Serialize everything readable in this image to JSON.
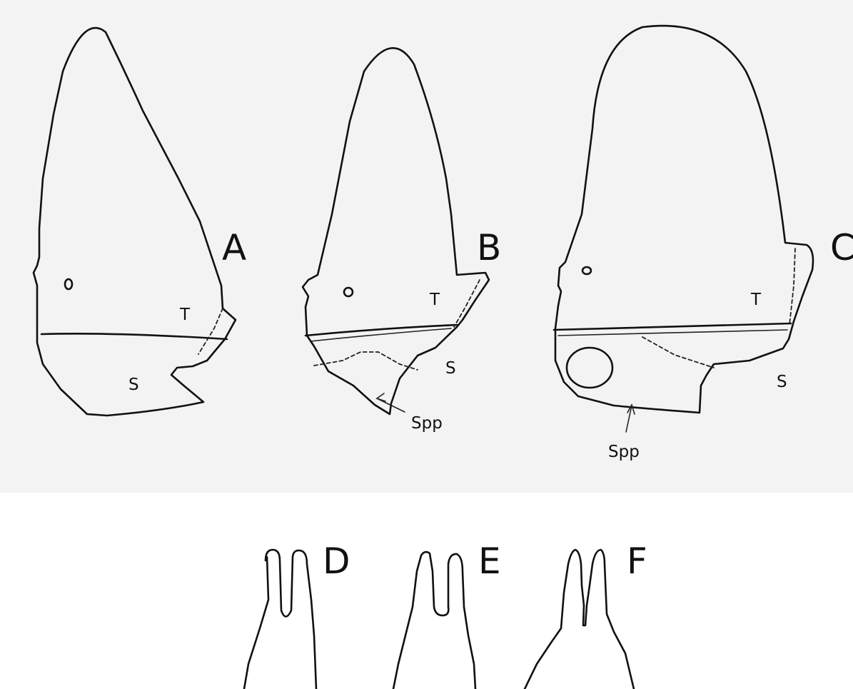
{
  "panels": {
    "A": {
      "letter": "A",
      "upper_part_label": "T",
      "lower_part_label": "S"
    },
    "B": {
      "letter": "B",
      "upper_part_label": "T",
      "lower_part_label": "S",
      "process_label": "Spp"
    },
    "C": {
      "letter": "C",
      "upper_part_label": "T",
      "lower_part_label": "S",
      "process_label": "Spp"
    },
    "D": {
      "letter": "D"
    },
    "E": {
      "letter": "E"
    },
    "F": {
      "letter": "F"
    }
  },
  "colors": {
    "ink": "#111111",
    "paper_top": "#f3f3f4",
    "paper_bottom": "#ffffff"
  }
}
